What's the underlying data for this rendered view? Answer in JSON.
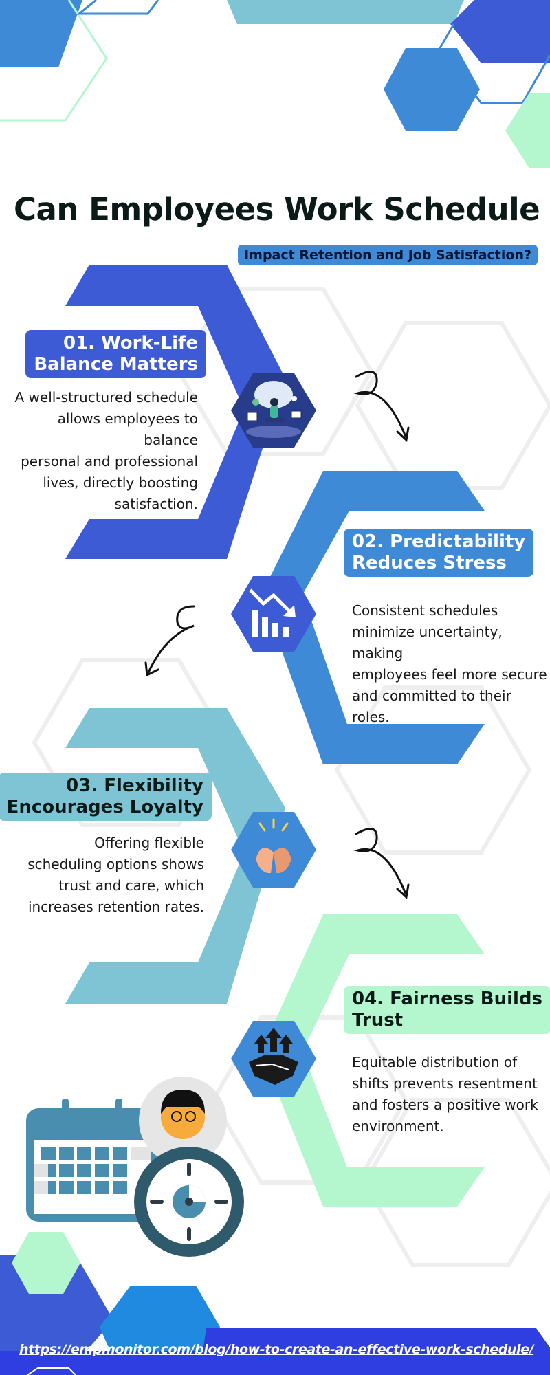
{
  "title": "Can Employees Work Schedule",
  "subtitle": "Impact Retention and Job Satisfaction?",
  "sections": [
    {
      "heading_line1": "01. Work-Life",
      "heading_line2": "Balance Matters",
      "body_lines": [
        "A well-structured schedule",
        "allows employees to balance",
        "personal and professional",
        "lives, directly boosting",
        "satisfaction."
      ],
      "icon": "work-life-balance-icon",
      "color": "#3c5bd4"
    },
    {
      "heading_line1": "02. Predictability",
      "heading_line2": "Reduces Stress",
      "body_lines": [
        "Consistent schedules",
        "minimize uncertainty, making",
        "employees feel more secure",
        "and committed to their roles."
      ],
      "icon": "declining-chart-icon",
      "color": "#3f8ad6"
    },
    {
      "heading_line1": "03. Flexibility",
      "heading_line2": "Encourages Loyalty",
      "body_lines": [
        "Offering flexible",
        "scheduling options shows",
        "trust and care, which",
        "increases retention rates."
      ],
      "icon": "clapping-hands-icon",
      "color": "#7fc4d4"
    },
    {
      "heading_line1": "04. Fairness Builds",
      "heading_line2": "Trust",
      "body_lines": [
        "Equitable distribution of",
        "shifts prevents resentment",
        "and fosters a positive work",
        "environment."
      ],
      "icon": "handshake-growth-icon",
      "color": "#b4f7cf"
    }
  ],
  "footer_link": "https://empmonitor.com/blog/how-to-create-an-effective-work-schedule/",
  "colors": {
    "royal_blue": "#3c5bd4",
    "sky_blue": "#3f8ad6",
    "teal": "#7fc4d4",
    "mint": "#b4f7cf",
    "footer_blue": "#2f3ee0"
  }
}
